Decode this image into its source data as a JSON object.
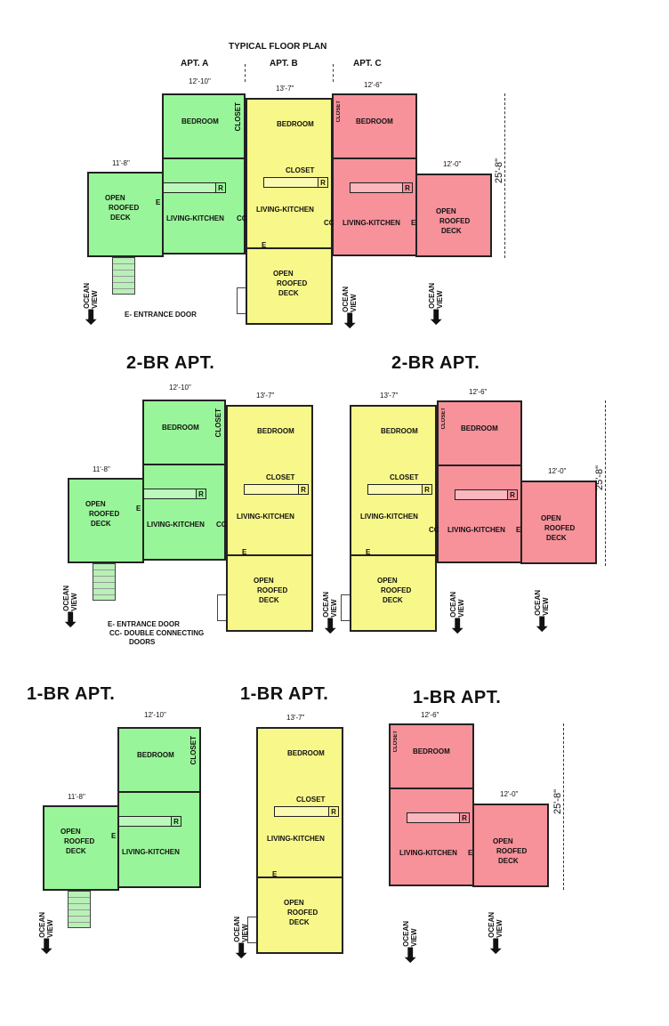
{
  "title": "TYPICAL FLOOR PLAN",
  "apartments": {
    "a": "APT. A",
    "b": "APT. B",
    "c": "APT. C"
  },
  "rooms": {
    "bedroom": "BEDROOM",
    "closet": "CLOSET",
    "living_kitchen": "LIVING-KITCHEN",
    "deck_1": "OPEN",
    "deck_2": "ROOFED",
    "deck_3": "DECK",
    "entrance": "E",
    "range": "R",
    "connecting": "CC"
  },
  "dimensions": {
    "a_width": "12'-10\"",
    "a_deck": "11'-8\"",
    "b_width": "13'-7\"",
    "c_width": "12'-6\"",
    "c_deck": "12'-0\"",
    "depth": "25'-8\""
  },
  "ocean_view": {
    "line1": "OCEAN",
    "line2": "VIEW"
  },
  "legend": {
    "entrance": "E- ENTRANCE DOOR",
    "connecting": "CC- DOUBLE CONNECTING",
    "connecting_2": "DOORS"
  },
  "sections": {
    "two_br_heading": "2-BR APT.",
    "one_br_heading": "1-BR APT."
  },
  "colors": {
    "apt_a": "#99f599",
    "apt_b": "#f8f88a",
    "apt_c": "#f7919a"
  }
}
